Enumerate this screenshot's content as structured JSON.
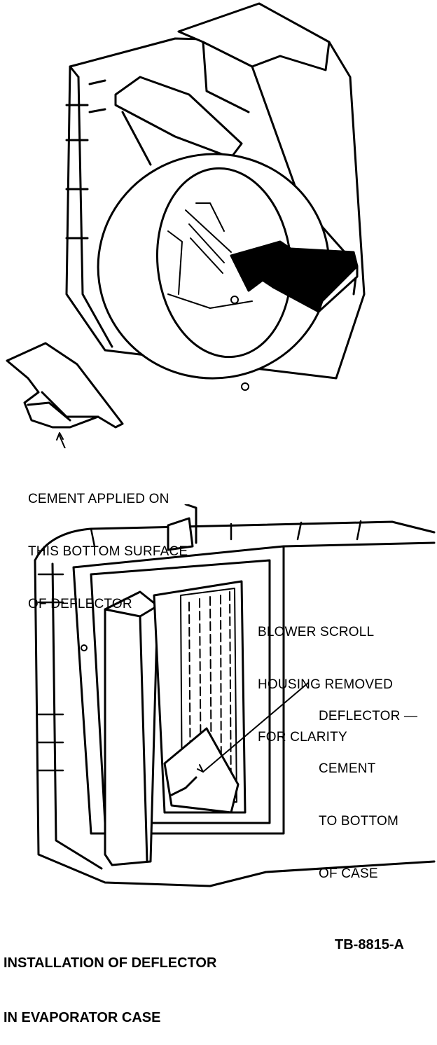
{
  "callouts": {
    "cement_note": [
      "CEMENT APPLIED ON",
      "THIS BOTTOM SURFACE",
      "OF DEFLECTOR"
    ],
    "blower_note": [
      "BLOWER SCROLL",
      "HOUSING REMOVED",
      "FOR CLARITY"
    ],
    "deflector_note": [
      "DEFLECTOR —",
      "CEMENT",
      "TO BOTTOM",
      "OF CASE"
    ]
  },
  "caption": {
    "title_lines": [
      "INSTALLATION OF DEFLECTOR",
      "IN EVAPORATOR CASE"
    ],
    "figure_id": "TB-8815-A"
  },
  "colors": {
    "ink": "#000000",
    "paper": "#ffffff"
  }
}
